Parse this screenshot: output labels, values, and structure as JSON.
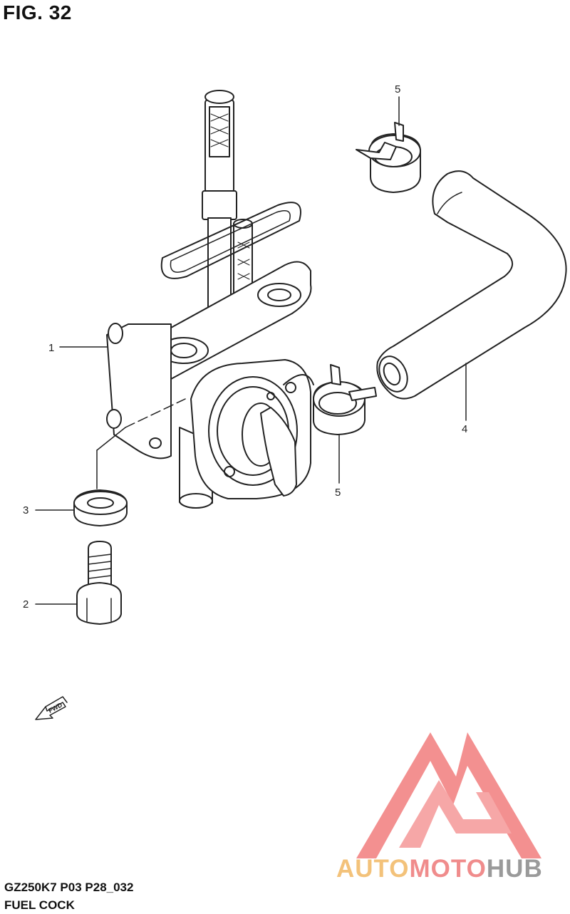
{
  "figure": {
    "title": "FIG. 32",
    "code": "GZ250K7 P03 P28_032",
    "name": "FUEL COCK"
  },
  "callouts": [
    {
      "number": "1"
    },
    {
      "number": "2"
    },
    {
      "number": "3"
    },
    {
      "number": "4"
    },
    {
      "number": "5"
    },
    {
      "number": "5"
    }
  ],
  "fwd_label": "FWD",
  "watermark": {
    "part1": "AUTO",
    "part2": "MOTO",
    "part3": "HUB"
  },
  "colors": {
    "line": "#222222",
    "watermark_red": "#f05a5a",
    "watermark_orange": "#f3c27a",
    "watermark_gray": "#9a9a9a"
  }
}
